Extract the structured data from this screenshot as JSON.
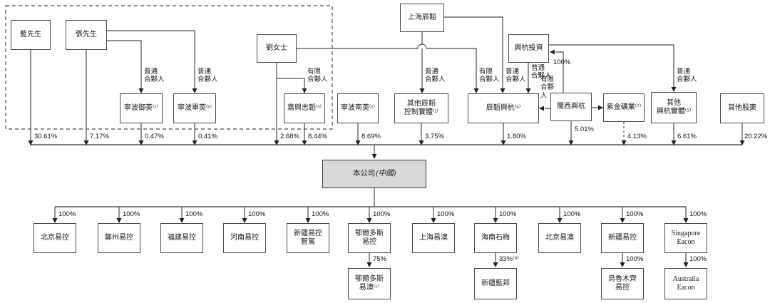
{
  "relationship_labels": {
    "general_partner": "普通\n合夥人",
    "limited_partner": "有限\n合夥人",
    "limited_partner_vertical": "有限\n合夥\n人"
  },
  "top_entities": {
    "lan": "藍先生",
    "zhang": "張先生",
    "liu": "劉女士",
    "shanghai_chentao": "上海辰韜",
    "xinghang_investment": "興杭投資",
    "ningbo_yuying": "寧波御英⁽¹⁾",
    "ningbo_danying": "寧波單英⁽¹⁾",
    "jiaxing_zhitao": "嘉興志韜⁽³⁾",
    "ningbo_nanying": "寧波南英⁽¹⁾",
    "other_chentao": "其他辰韜\n控制實體⁽²⁾",
    "chentao_xinghang": "辰韜興杭⁽⁴⁾",
    "minxi_xinghang": "閩西興杭",
    "zijin_mining": "紫金礦業⁽⁷⁾",
    "other_xinghang": "其他\n興杭實體⁽⁵⁾",
    "other_shareholders": "其他股東"
  },
  "company": {
    "name": "本公司",
    "region": "(中國)"
  },
  "shareholdings": {
    "lan": "30.61%",
    "zhang": "7.17%",
    "ningbo_yuying": "0.47%",
    "ningbo_danying": "0.41%",
    "liu": "2.68%",
    "jiaxing_zhitao": "8.44%",
    "ningbo_nanying": "8.69%",
    "other_chentao": "3.75%",
    "chentao_xinghang": "1.80%",
    "minxi_xinghang": "5.01%",
    "zijin_mining": "4.13%",
    "other_xinghang": "6.61%",
    "other_shareholders": "20.22%",
    "minxi_in_xinghang_investment": "100%",
    "full": "100%",
    "eerduosi_yiao": "75%",
    "xinjiang_lanbang": "33%⁽⁸⁾"
  },
  "subsidiaries": {
    "beijing_yikong": "北京易控",
    "zhengzhou_yikong": "鄭州易控",
    "fujian_yikong": "福建易控",
    "henan_yikong": "河南易控",
    "xinjiang_yikong_zhijia": "新疆易控\n智駕",
    "eerduosi_yikong": "鄂爾多斯\n易控",
    "shanghai_yiao": "上海易澳",
    "hainan_shimei": "海南石梅",
    "beijing_yiao": "北京易澳",
    "xinjiang_yikong": "新疆易控",
    "singapore_eacon": "Singapore\nEacon",
    "eerduosi_yiao": "鄂爾多斯\n易澳⁽⁶⁾",
    "xinjiang_lanbang": "新疆藍邦",
    "wulumuqi_yikong": "烏魯木齊\n易控",
    "australia_eacon": "Australia\nEacon"
  }
}
